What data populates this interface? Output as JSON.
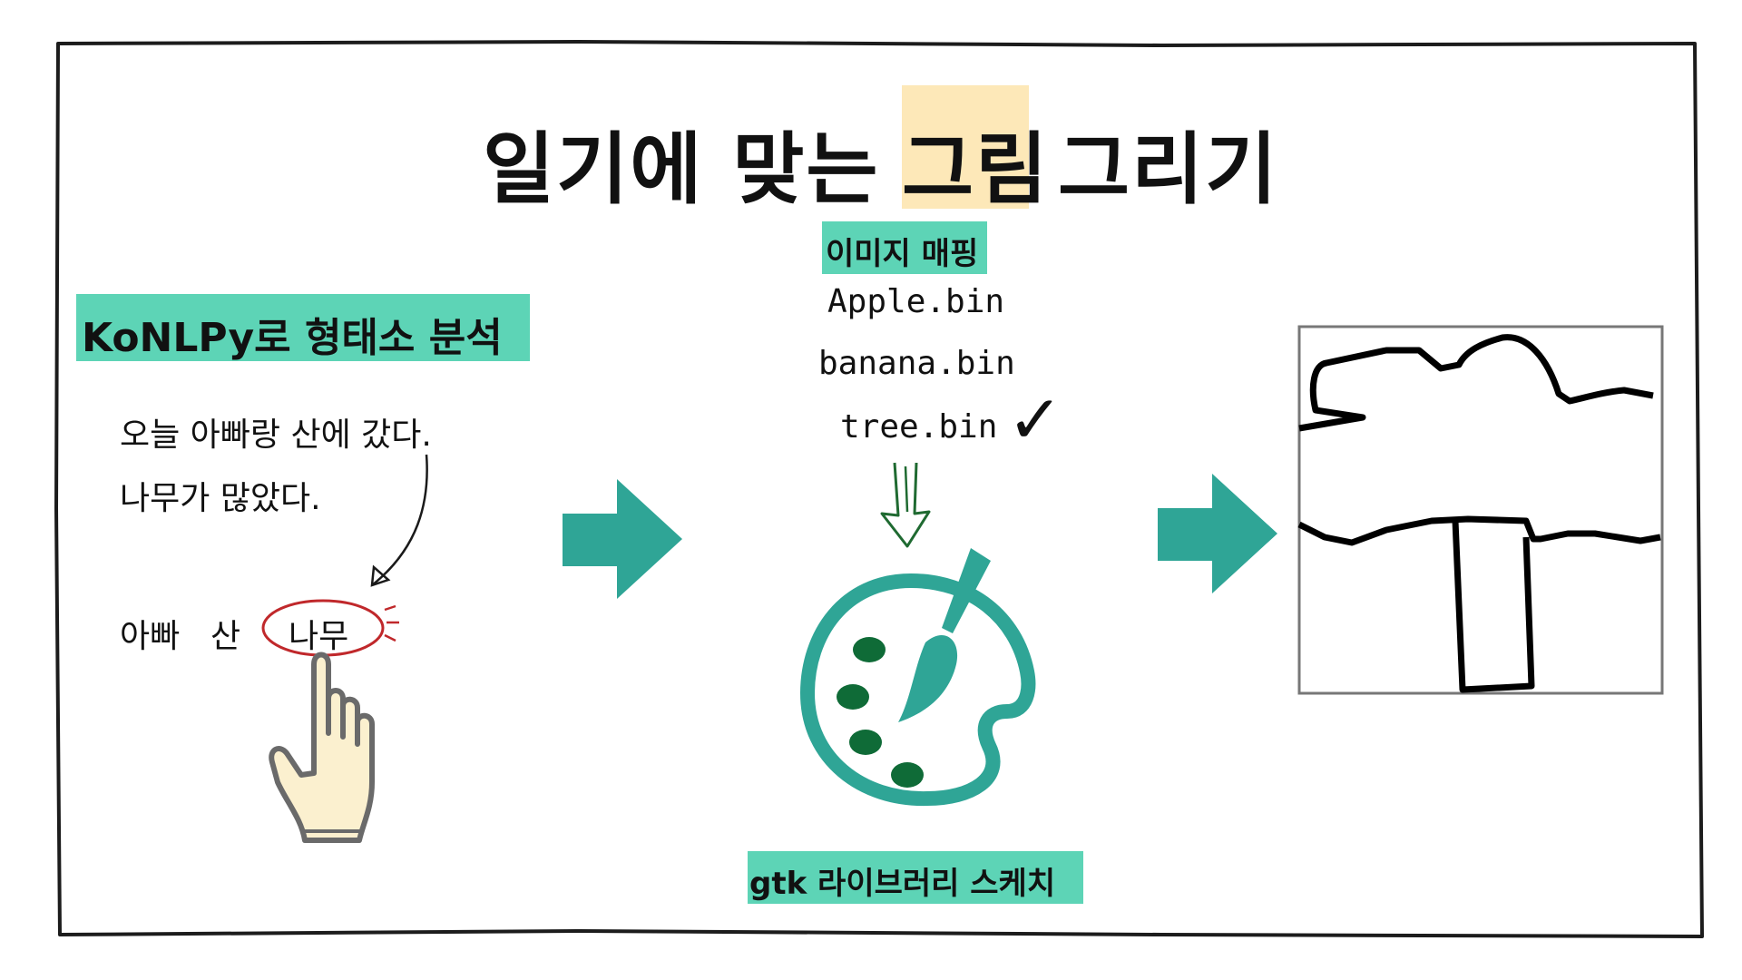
{
  "title": {
    "part1": "일기에 맞는",
    "highlight": "그림",
    "part2": "그리기"
  },
  "step1": {
    "label": "KoNLPy로 형태소 분석",
    "sentence1": "오늘 아빠랑 산에 갔다.",
    "sentence2": "나무가 많았다.",
    "tokens": [
      "아빠",
      "산"
    ],
    "selected_token": "나무"
  },
  "step2": {
    "label": "이미지 매핑",
    "files": [
      "Apple.bin",
      "banana.bin",
      "tree.bin"
    ],
    "checked_file": "tree.bin",
    "checkmark": "✓",
    "bottom_label": "gtk 라이브러리 스케치"
  },
  "colors": {
    "teal": "#2fa596",
    "teal_highlight": "#5dd4b6",
    "yellow_highlight": "#fde8b8",
    "palette_dots": "#0f6b37",
    "circle_red": "#c0282b",
    "hand_fill": "#fbf0cf",
    "hand_stroke": "#6a6a6a",
    "arrow_green": "#1f6a31"
  },
  "icons": {
    "arrow1": "right-arrow-icon",
    "arrow2": "right-arrow-icon",
    "palette": "paint-palette-icon",
    "hand": "pointing-hand-icon",
    "down_arrow": "down-arrow-icon",
    "tree_sketch": "tree-sketch-icon"
  }
}
